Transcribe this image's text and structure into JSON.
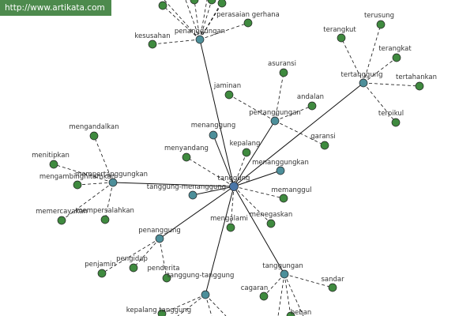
{
  "watermark": "http://www.artikata.com",
  "colors": {
    "hub": "#4a76a8",
    "primary": "#4d8f9a",
    "leaf": "#3f8a3f",
    "edge": "#111111"
  },
  "graph": {
    "center": "tanggung",
    "primary": [
      {
        "id": "penanggungan",
        "label": "penanggungan",
        "leaves": [
          "perasaian gerhana",
          "kesusahan"
        ]
      },
      {
        "id": "tertanggung",
        "label": "tertanggung",
        "leaves": [
          "terusung",
          "terangkut",
          "terangkat",
          "tertahankan",
          "terpikul"
        ]
      },
      {
        "id": "pertanggungan",
        "label": "pertanggungan",
        "leaves": [
          "asuransi",
          "jaminan",
          "andalan",
          "garansi"
        ]
      },
      {
        "id": "menanggung",
        "label": "menanggung",
        "leaves": []
      },
      {
        "id": "menanggungkan",
        "label": "menanggungkan",
        "leaves": []
      },
      {
        "id": "mempertanggungkan",
        "label": "mempertanggungkan",
        "leaves": [
          "mengandalkan",
          "menitipkan",
          "mengambinghitamkan",
          "memercayakan",
          "mempersalahkan"
        ]
      },
      {
        "id": "tanggung-menanggung",
        "label": "tanggung-menanggung",
        "leaves": []
      },
      {
        "id": "penanggung",
        "label": "penanggung",
        "leaves": [
          "penjamin",
          "pengidap",
          "penderita"
        ]
      },
      {
        "id": "tanggung-tanggung",
        "label": "tanggung-tanggung",
        "leaves": [
          "kepalang tanggung"
        ]
      },
      {
        "id": "tanggungan",
        "label": "tanggungan",
        "leaves": [
          "cagaran",
          "sandar",
          "beban"
        ]
      }
    ],
    "direct_leaves": [
      "menyandang",
      "kepalang",
      "memanggul",
      "menegaskan",
      "mengalami"
    ]
  }
}
